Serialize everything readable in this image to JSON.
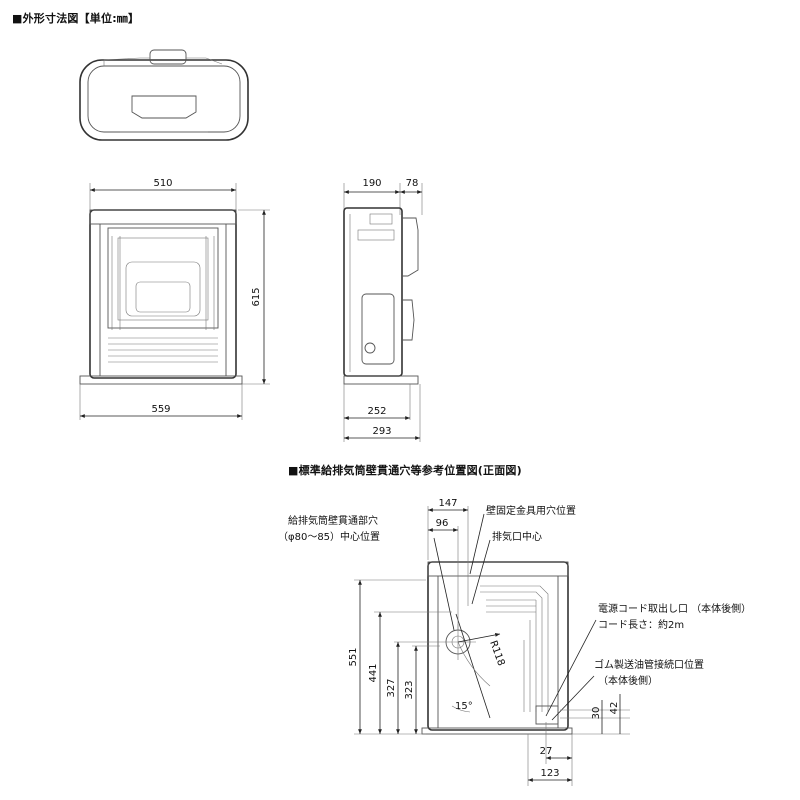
{
  "headings": {
    "outline": "■外形寸法図【単位:㎜】",
    "reference": "■標準給排気筒壁貫通穴等参考位置図(正面図)"
  },
  "front_view": {
    "width_top": "510",
    "height": "615",
    "width_base": "559"
  },
  "side_view": {
    "depth_body": "190",
    "depth_rear": "78",
    "base_inner": "252",
    "base_outer": "293"
  },
  "reference_view": {
    "dim_147": "147",
    "dim_96": "96",
    "dim_551": "551",
    "dim_441": "441",
    "dim_327": "327",
    "dim_323": "323",
    "dim_30": "30",
    "dim_42": "42",
    "dim_27": "27",
    "dim_123": "123",
    "radius": "R118",
    "angle": "15°",
    "label_through_hole_1": "給排気筒壁貫通部穴",
    "label_through_hole_2": "（φ80～85）中心位置",
    "label_wall_bracket": "壁固定金具用穴位置",
    "label_exhaust_center": "排気口中心",
    "label_power_cord": "電源コード取出し口 （本体後側）",
    "label_cord_length": "コード長さ：約2m",
    "label_oil_pipe": "ゴム製送油管接続口位置",
    "label_oil_pipe_rear": "（本体後側）"
  }
}
